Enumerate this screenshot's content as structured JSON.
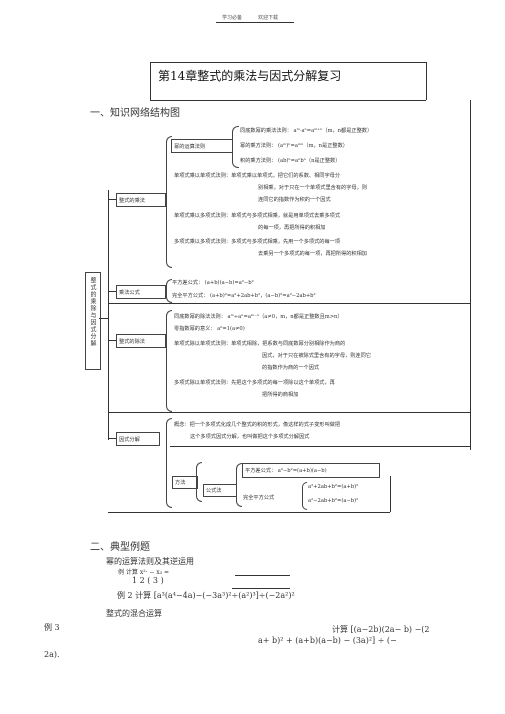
{
  "header": {
    "left": "学习必备",
    "right": "欢迎下载"
  },
  "title": "第14章整式的乘法与因式分解复习",
  "section1": "一、知识网络结构图",
  "tree": {
    "root": "整式的乘除与因式分解",
    "power_rules": {
      "label": "幂的运算法则",
      "items": [
        "同底数幂的乘法法则：  aᵐ·aⁿ=aᵐ⁺ⁿ（m，n都是正整数）",
        "幂的乘方法则：  (aᵐ)ⁿ=aᵐⁿ（m，n是正整数）",
        "积的乘方法则：  (ab)ⁿ=aⁿbⁿ（n是正整数）"
      ]
    },
    "multiplication": {
      "label": "整式的乘法",
      "items": [
        "单项式乘以单项式法则：单项式乘以单项式，把它们的系数、相同字母分",
        "别相乘，对于只在一个单项式里含有的字母，则",
        "连同它的指数作为积的一个因式",
        "单项式乘以多项式法则：单项式与多项式相乘，就是用单项式去乘多项式",
        "的每一项，再把所得的积相加",
        "多项式乘以多项式法则：多项式与多项式相乘，先用一个多项式的每一项",
        "去乘另一个多项式的每一项，再把所得的积相加"
      ]
    },
    "formulas": {
      "label": "乘法公式",
      "items": [
        "平方差公式：  (a+b)(a−b)=a²−b²",
        "完全平方公式：  (a+b)²=a²+2ab+b²，(a−b)²=a²−2ab+b²"
      ]
    },
    "division": {
      "label": "整式的除法",
      "items": [
        "同底数幂的除法法则：  aᵐ÷aⁿ=aᵐ⁻ⁿ（a≠0，m，n都是正整数且m>n）",
        "零指数幂的意义：  a⁰=1(a≠0)",
        "单项式除以单项式法则：单项式相除，把系数与同底数幂分别相除作为商的",
        "因式，对于只在被除式里含有的字母，则连同它",
        "的指数作为商的一个因式",
        "多项式除以单项式法则：先把这个多项式的每一项除以这个单项式，再",
        "把所得的商相加"
      ]
    },
    "factorization": {
      "label": "因式分解",
      "concept": [
        "概念：把一个多项式化成几个整式的积的形式，像这样的式子变形叫做把",
        "这个多项式因式分解，也叫做把这个多项式分解因式"
      ],
      "method": "方法",
      "formula_method": "公式法",
      "diff_squares": "平方差公式：  a²−b²=(a+b)(a−b)",
      "perfect_square_label": "完全平方公式",
      "perfect_square_1": "a²+2ab+b²=(a+b)²",
      "perfect_square_2": "a²−2ab+b²=(a−b)²"
    }
  },
  "section2": "二、典型例题",
  "sub1": "幂的运算法则及其逆运用",
  "ex1_line1": "例  计算  x²·  − x₃ =",
  "ex1_line2": "1        2    (  3 )",
  "ex2": "例 2  计算 [a³(a⁴−4a)−(−3a³)²÷(a²)³]÷(−2a²)²",
  "sub2": "整式的混合运算",
  "ex3_label": "例 3",
  "ex3_line1": "计算  [(a−2b)(2a− b) −(2",
  "ex3_line2": "a+ b)² + (a+b)(a−b) − (3a)²] ÷ (−",
  "ex3_line3": "2a)."
}
